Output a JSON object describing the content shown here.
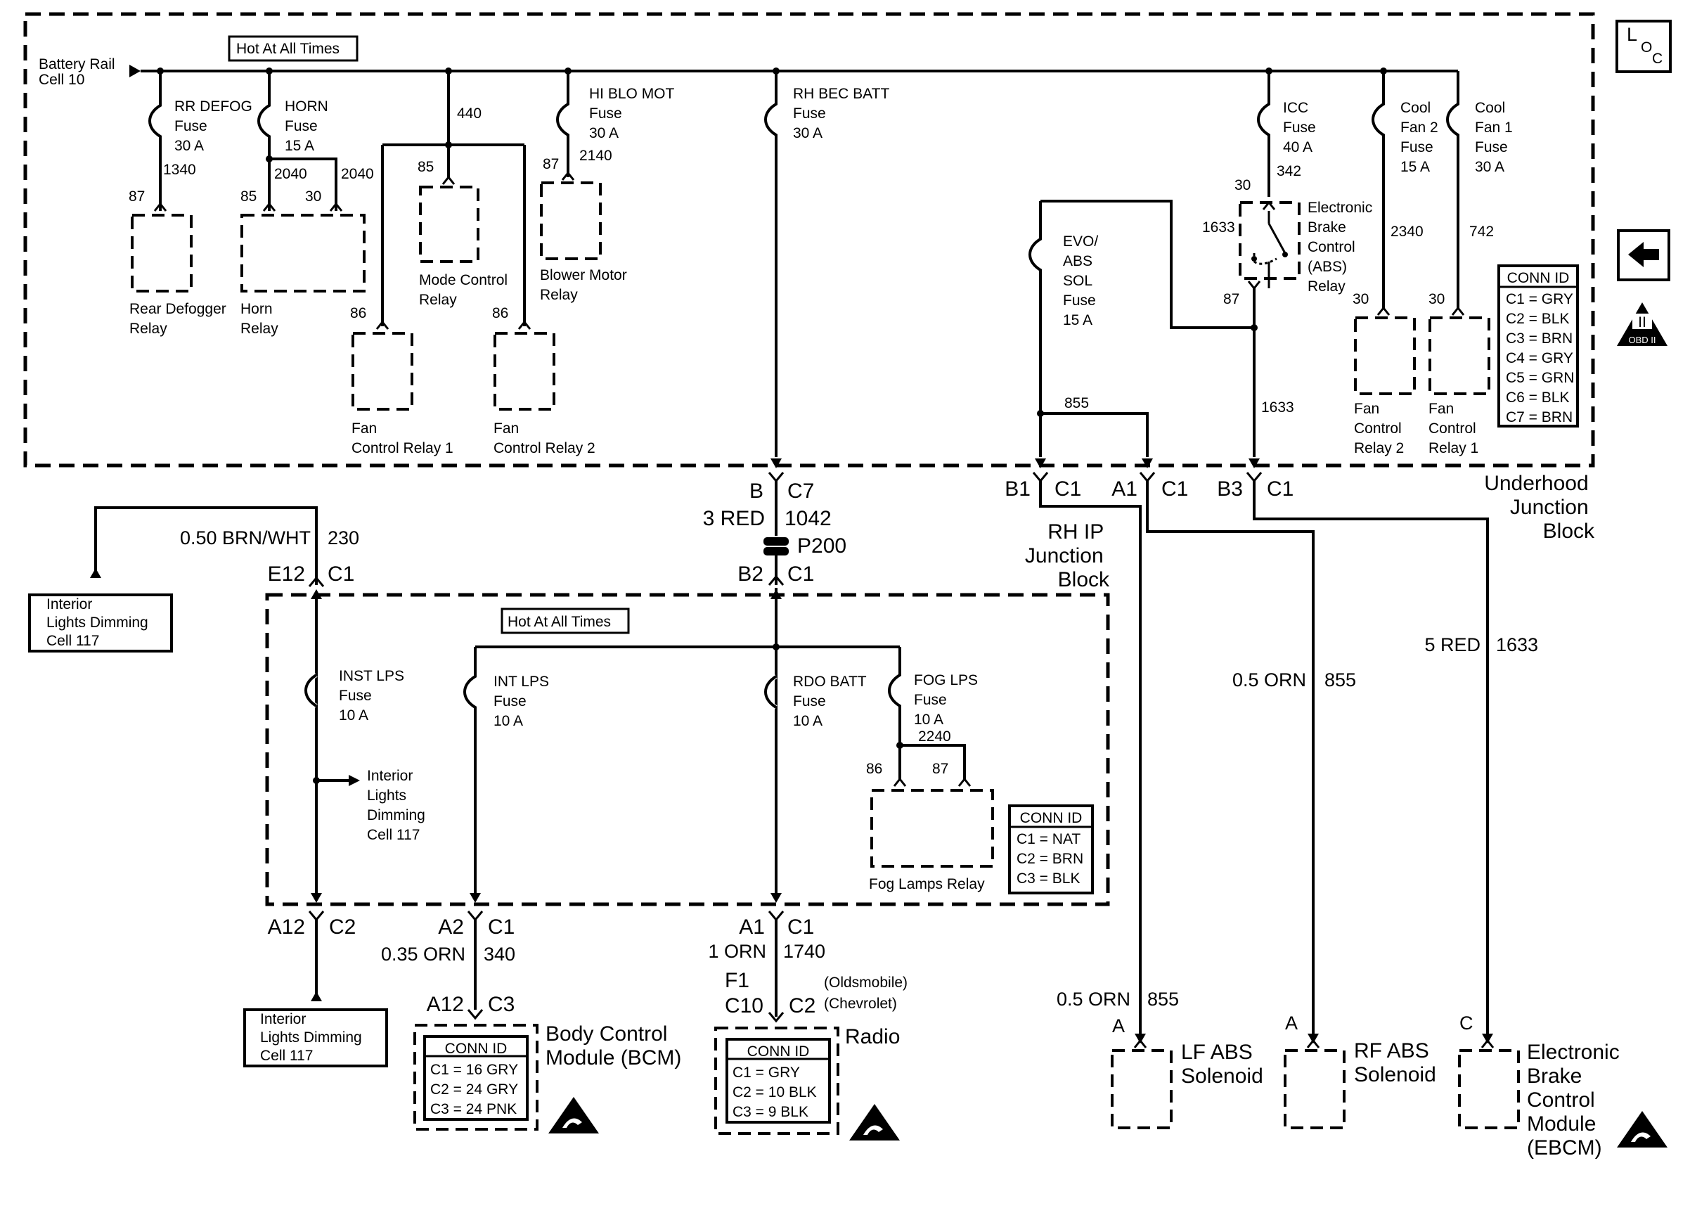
{
  "underhood": {
    "battery_rail": [
      "Battery Rail",
      "Cell 10"
    ],
    "hot_at_all_times": "Hot At All Times",
    "fuses": {
      "rr_defog": [
        "RR DEFOG",
        "Fuse",
        "30 A"
      ],
      "horn": [
        "HORN",
        "Fuse",
        "15 A"
      ],
      "hi_blo_mot": [
        "HI BLO MOT",
        "Fuse",
        "30 A"
      ],
      "rh_bec_batt": [
        "RH BEC BATT",
        "Fuse",
        "30 A"
      ],
      "icc": [
        "ICC",
        "Fuse",
        "40 A"
      ],
      "cool_fan2": [
        "Cool",
        "Fan 2",
        "Fuse",
        "15 A"
      ],
      "cool_fan1": [
        "Cool",
        "Fan 1",
        "Fuse",
        "30 A"
      ],
      "evo_abs": [
        "EVO/",
        "ABS",
        "SOL",
        "Fuse",
        "15 A"
      ]
    },
    "wires": {
      "w1340": "1340",
      "w2040a": "2040",
      "w2040b": "2040",
      "w440": "440",
      "w2140": "2140",
      "w342": "342",
      "w2340": "2340",
      "w742": "742",
      "w855": "855",
      "w1633a": "1633",
      "w1633b": "1633"
    },
    "terminals": {
      "t87a": "87",
      "t85a": "85",
      "t30a": "30",
      "t85b": "85",
      "t87b": "87",
      "t86a": "86",
      "t86b": "86",
      "t30b": "30",
      "t87c": "87",
      "t30c": "30",
      "t30d": "30"
    },
    "relays": {
      "rear_defogger": [
        "Rear Defogger",
        "Relay"
      ],
      "horn": [
        "Horn",
        "Relay"
      ],
      "mode_control": [
        "Mode Control",
        "Relay"
      ],
      "blower_motor": [
        "Blower Motor",
        "Relay"
      ],
      "fan_ctrl_1": [
        "Fan",
        "Control Relay 1"
      ],
      "fan_ctrl_2": [
        "Fan",
        "Control Relay 2"
      ],
      "ebc": [
        "Electronic",
        "Brake",
        "Control",
        "(ABS)",
        "Relay"
      ],
      "fan_ctrl_relay2": [
        "Fan",
        "Control",
        "Relay 2"
      ],
      "fan_ctrl_relay1": [
        "Fan",
        "Control",
        "Relay 1"
      ]
    },
    "conn_id": {
      "title": "CONN ID",
      "rows": [
        "C1 = GRY",
        "C2 = BLK",
        "C3 = BRN",
        "C4 = GRY",
        "C5 = GRN",
        "C6 = BLK",
        "C7 = BRN"
      ]
    },
    "block_label": [
      "Underhood",
      "Junction",
      "Block"
    ]
  },
  "connectors": {
    "b_c7": [
      "B",
      "C7"
    ],
    "b1_c1": [
      "B1",
      "C1"
    ],
    "a1_c1": [
      "A1",
      "C1"
    ],
    "b3_c1": [
      "B3",
      "C1"
    ],
    "e12_c1": [
      "E12",
      "C1"
    ],
    "b2_c1": [
      "B2",
      "C1"
    ],
    "a12_c2": [
      "A12",
      "C2"
    ],
    "a2_c1": [
      "A2",
      "C1"
    ],
    "a1_c1_ip": [
      "A1",
      "C1"
    ],
    "a12_c3": [
      "A12",
      "C3"
    ],
    "f1_c10": [
      "F1",
      "C10"
    ],
    "c2_radio": "C2",
    "radio_notes": [
      "(Oldsmobile)",
      "(Chevrolet)"
    ],
    "p200": "P200"
  },
  "harness": {
    "red_1042": [
      "3 RED",
      "1042"
    ],
    "brn_wht_230": [
      "0.50 BRN/WHT",
      "230"
    ],
    "orn_855_mid": [
      "0.5 ORN",
      "855"
    ],
    "red_1633": [
      "5 RED",
      "1633"
    ],
    "orn_340": [
      "0.35 ORN",
      "340"
    ],
    "orn_1740": [
      "1 ORN",
      "1740"
    ],
    "orn_855_low": [
      "0.5 ORN",
      "855"
    ]
  },
  "rh_ip": {
    "block_label": [
      "RH IP",
      "Junction",
      "Block"
    ],
    "hot_at_all_times": "Hot At All Times",
    "fuses": {
      "inst_lps": [
        "INST LPS",
        "Fuse",
        "10 A"
      ],
      "int_lps": [
        "INT LPS",
        "Fuse",
        "10 A"
      ],
      "rdo_batt": [
        "RDO BATT",
        "Fuse",
        "10 A"
      ],
      "fog_lps": [
        "FOG LPS",
        "Fuse",
        "10 A"
      ]
    },
    "w2240": "2240",
    "t86": "86",
    "t87": "87",
    "fog_relay": "Fog Lamps Relay",
    "interior_dimming": [
      "Interior",
      "Lights",
      "Dimming",
      "Cell 117"
    ],
    "conn_id": {
      "title": "CONN ID",
      "rows": [
        "C1 = NAT",
        "C2 = BRN",
        "C3 = BLK"
      ]
    }
  },
  "components": {
    "interior_top": [
      "Interior",
      "Lights Dimming",
      "Cell 117"
    ],
    "interior_bottom": [
      "Interior",
      "Lights Dimming",
      "Cell 117"
    ],
    "bcm": {
      "label": [
        "Body Control",
        "Module (BCM)"
      ],
      "conn_title": "CONN ID",
      "rows": [
        "C1 = 16 GRY",
        "C2 = 24 GRY",
        "C3 = 24 PNK"
      ]
    },
    "radio": {
      "label": "Radio",
      "conn_title": "CONN ID",
      "rows": [
        "C1 = GRY",
        "C2 = 10 BLK",
        "C3 = 9 BLK"
      ]
    },
    "lf_abs": {
      "pin": "A",
      "label": [
        "LF ABS",
        "Solenoid"
      ]
    },
    "rf_abs": {
      "pin": "A",
      "label": [
        "RF ABS",
        "Solenoid"
      ]
    },
    "ebcm": {
      "pin": "C",
      "label": [
        "Electronic",
        "Brake",
        "Control",
        "Module",
        "(EBCM)"
      ]
    }
  },
  "side_icons": {
    "loc": [
      "L",
      "O",
      "C"
    ],
    "obd": [
      "II",
      "OBD II"
    ],
    "back": "back-arrow-icon"
  }
}
